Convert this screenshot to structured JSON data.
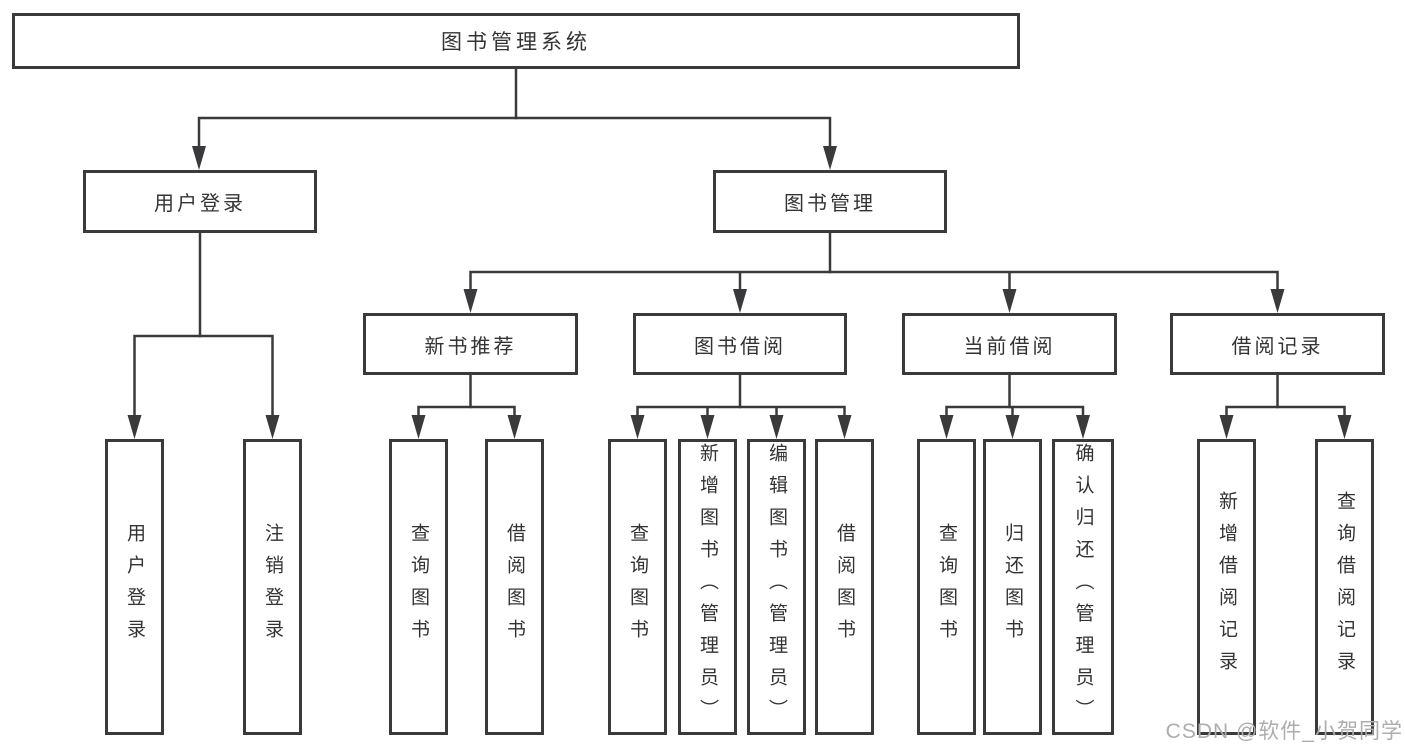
{
  "diagram_type": "hierarchy-tree",
  "colors": {
    "line": "#3a3a3c",
    "text": "#333333",
    "watermark": "#adadad",
    "bg": "#ffffff"
  },
  "watermark": {
    "text": "CSDN @软件_小贺同学"
  },
  "tree": {
    "label": "图书管理系统",
    "children": [
      {
        "label": "用户登录",
        "children": [
          {
            "label": "用户登录"
          },
          {
            "label": "注销登录"
          }
        ]
      },
      {
        "label": "图书管理",
        "children": [
          {
            "label": "新书推荐",
            "children": [
              {
                "label": "查询图书"
              },
              {
                "label": "借阅图书"
              }
            ]
          },
          {
            "label": "图书借阅",
            "children": [
              {
                "label": "查询图书"
              },
              {
                "label": "新增图书（管理员）"
              },
              {
                "label": "编辑图书（管理员）"
              },
              {
                "label": "借阅图书"
              }
            ]
          },
          {
            "label": "当前借阅",
            "children": [
              {
                "label": "查询图书"
              },
              {
                "label": "归还图书"
              },
              {
                "label": "确认归还（管理员）"
              }
            ]
          },
          {
            "label": "借阅记录",
            "children": [
              {
                "label": "新增借阅记录"
              },
              {
                "label": "查询借阅记录"
              }
            ]
          }
        ]
      }
    ]
  }
}
